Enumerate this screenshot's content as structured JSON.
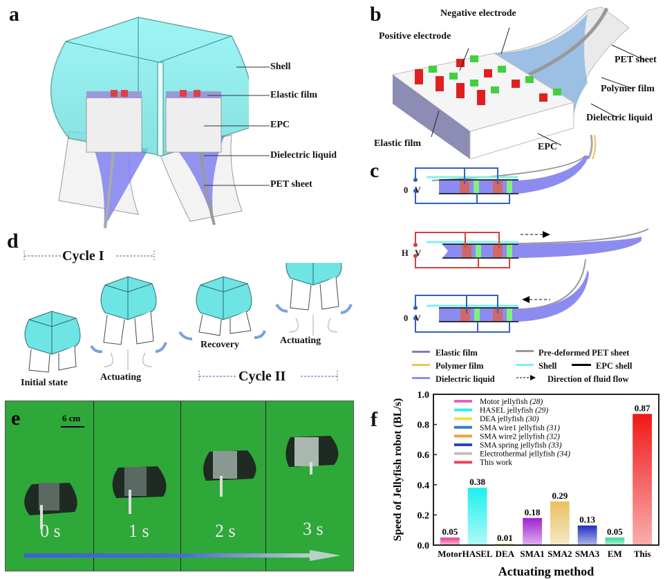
{
  "panels": {
    "a": {
      "label": "a",
      "callouts": [
        "Shell",
        "Elastic film",
        "EPC",
        "Dielectric liquid",
        "PET sheet"
      ]
    },
    "b": {
      "label": "b",
      "callouts": [
        "Negative electrode",
        "Positive electrode",
        "PET sheet",
        "Polymer film",
        "Dielectric liquid",
        "Elastic film",
        "EPC"
      ]
    },
    "c": {
      "label": "c",
      "states": [
        {
          "voltage": "0",
          "unit": "V",
          "flow": ""
        },
        {
          "voltage": "H",
          "unit": "V",
          "flow": "right"
        },
        {
          "voltage": "0",
          "unit": "V",
          "flow": "left"
        }
      ],
      "legend": [
        {
          "label": "Elastic film",
          "color": "#7b80b5"
        },
        {
          "label": "Pre-deformed PET sheet",
          "color": "#999999"
        },
        {
          "label": "Polymer film",
          "color": "#f2c25a"
        },
        {
          "label": "Shell",
          "color": "#7ff0f0"
        },
        {
          "label": "EPC shell",
          "color": "#000000"
        },
        {
          "label": "Dielectric liquid",
          "color": "#8c8cf0"
        },
        {
          "label": "Direction of fluid flow",
          "color": "#000000"
        }
      ]
    },
    "d": {
      "label": "d",
      "cycle1": "Cycle I",
      "cycle2": "Cycle II",
      "states": [
        "Initial state",
        "Actuating",
        "Recovery",
        "Actuating"
      ]
    },
    "e": {
      "label": "e",
      "scale": "6 cm",
      "frames": [
        "0 s",
        "1 s",
        "2 s",
        "3 s"
      ]
    },
    "f": {
      "label": "f"
    }
  },
  "chart_data": {
    "type": "bar",
    "title": "",
    "xlabel": "Actuating method",
    "ylabel": "Speed of Jellyfish robot (BL/s)",
    "ylim": [
      0,
      1.0
    ],
    "yticks": [
      "0.0",
      "0.2",
      "0.4",
      "0.6",
      "0.8",
      "1.0"
    ],
    "categories": [
      "Motor",
      "HASEL",
      "DEA",
      "SMA1",
      "SMA2",
      "SMA3",
      "EM",
      "This"
    ],
    "values": [
      0.05,
      0.38,
      0.01,
      0.18,
      0.29,
      0.13,
      0.05,
      0.87
    ],
    "value_labels": [
      "0.05",
      "0.38",
      "0.01",
      "0.18",
      "0.29",
      "0.13",
      "0.05",
      "0.87"
    ],
    "colors": [
      "#e8408a",
      "#1ef0ee",
      "#f2e030",
      "#a021d0",
      "#e8c060",
      "#2030c0",
      "#30d890",
      "#f01818"
    ],
    "legend_position": "top-left",
    "legend": [
      {
        "name": "Motor  jellyfish",
        "ref": "(28)",
        "color": "#e860b0"
      },
      {
        "name": "HASEL jellyfish",
        "ref": "(29)",
        "color": "#30f0f0"
      },
      {
        "name": "DEA jellyfish",
        "ref": "(30)",
        "color": "#f0e040"
      },
      {
        "name": "SMA wire1 jellyfish",
        "ref": "(31)",
        "color": "#3080c0"
      },
      {
        "name": "SMA wire2 jellyfish",
        "ref": "(32)",
        "color": "#f0a040"
      },
      {
        "name": "SMA spring jellyfish",
        "ref": "(33)",
        "color": "#3040c0"
      },
      {
        "name": "Electrothermal jellyfish",
        "ref": "(34)",
        "color": "#c0c0c0"
      },
      {
        "name": "This work",
        "ref": "",
        "color": "#f04060"
      }
    ]
  }
}
